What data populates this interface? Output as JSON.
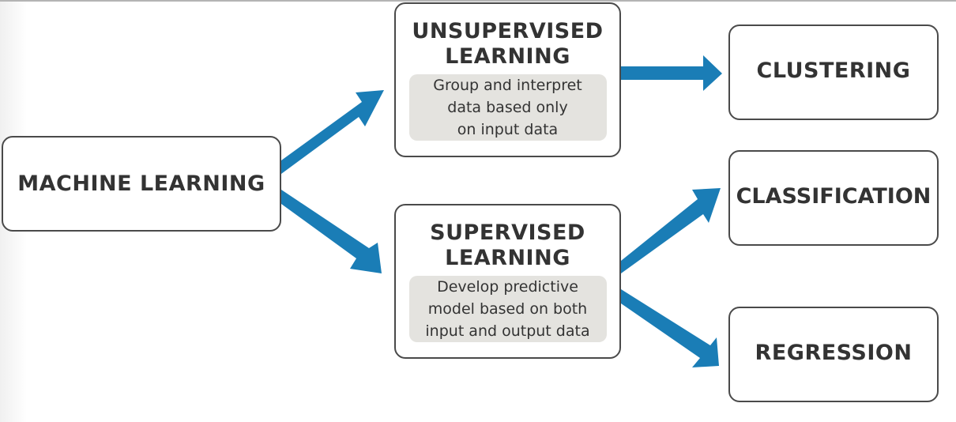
{
  "diagram": {
    "title": "Machine learning taxonomy",
    "accent_color": "#1a7db6",
    "nodes": {
      "machine_learning": {
        "label": "MACHINE LEARNING"
      },
      "unsupervised": {
        "label_line1": "UNSUPERVISED",
        "label_line2": "LEARNING",
        "desc_line1": "Group and interpret",
        "desc_line2": "data based only",
        "desc_line3": "on input data"
      },
      "supervised": {
        "label_line1": "SUPERVISED",
        "label_line2": "LEARNING",
        "desc_line1": "Develop predictive",
        "desc_line2": "model based on both",
        "desc_line3": "input and output data"
      },
      "clustering": {
        "label": "CLUSTERING"
      },
      "classification": {
        "label": "CLASSIFICATION"
      },
      "regression": {
        "label": "REGRESSION"
      }
    },
    "edges": [
      {
        "from": "MACHINE LEARNING",
        "to": "UNSUPERVISED LEARNING"
      },
      {
        "from": "MACHINE LEARNING",
        "to": "SUPERVISED LEARNING"
      },
      {
        "from": "UNSUPERVISED LEARNING",
        "to": "CLUSTERING"
      },
      {
        "from": "SUPERVISED LEARNING",
        "to": "CLASSIFICATION"
      },
      {
        "from": "SUPERVISED LEARNING",
        "to": "REGRESSION"
      }
    ]
  }
}
